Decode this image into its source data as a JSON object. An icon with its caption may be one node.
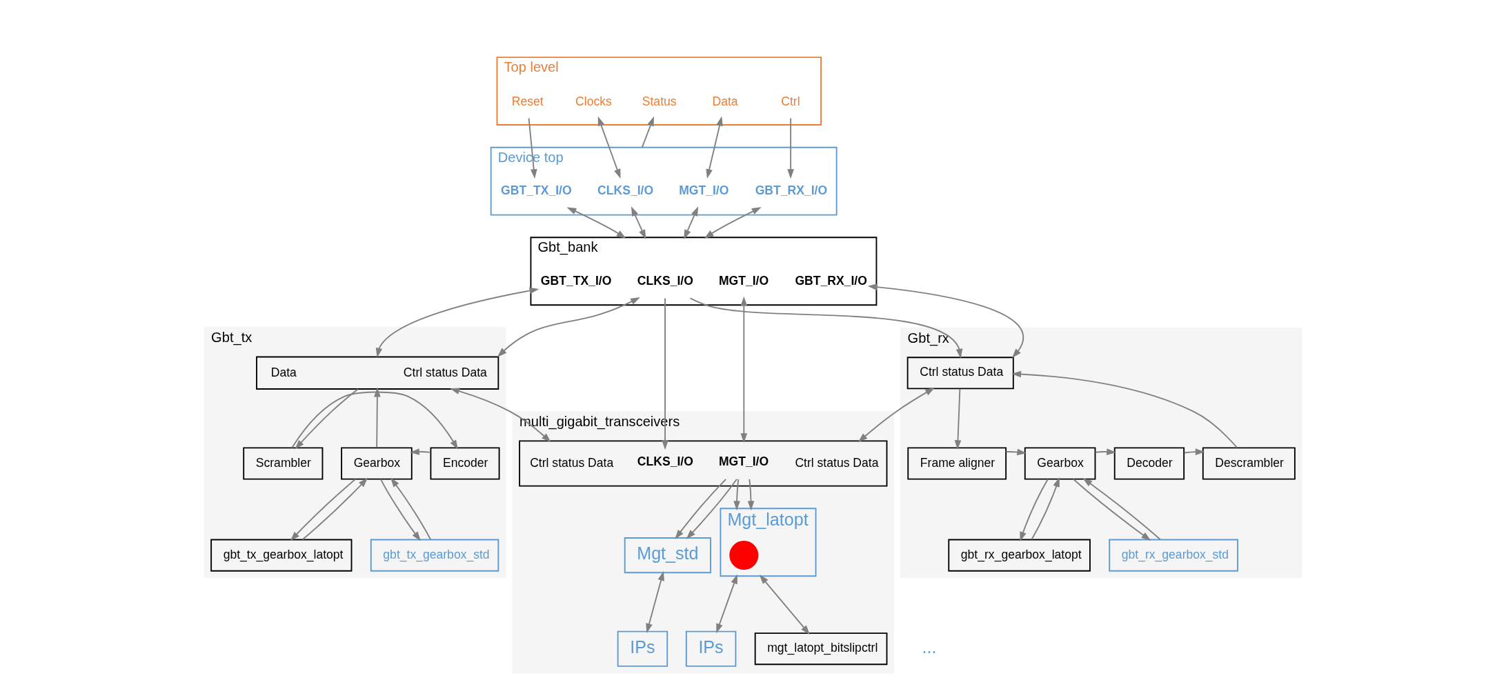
{
  "diagram": {
    "nodes": [
      {
        "text": [
          "Top level"
        ]
      },
      {
        "text": [
          "Clocks"
        ],
        "in": 0
      },
      {
        "text": [
          "Reset"
        ],
        "in": 0
      },
      {
        "text": [
          "Data"
        ],
        "in": 0
      },
      {
        "text": [
          "Ctrl"
        ],
        "in": 0
      },
      {
        "text": [
          "Status"
        ],
        "in": 0
      },
      {
        "text": [
          "Device top"
        ]
      },
      {
        "text": [
          "CLKS_I/O"
        ],
        "in": 6
      },
      {
        "text": [
          "GBT_TX_I/O"
        ],
        "in": 6
      },
      {
        "text": [
          "MGT_I/O"
        ],
        "in": 6
      },
      {
        "text": [
          "GBT_RX_I/O"
        ],
        "in": 6
      },
      {
        "text": [
          "Gbt_bank"
        ]
      },
      {
        "text": [
          "CLKS_I/O"
        ],
        "in": 11
      },
      {
        "text": [
          "GBT_TX_I/O"
        ],
        "in": 11
      },
      {
        "text": [
          "MGT_I/O"
        ],
        "in": 11
      },
      {
        "text": [
          "GBT_RX_I/O"
        ],
        "in": 11
      },
      {
        "text": [
          "Gbt_tx"
        ]
      },
      {
        "text": [
          "Data",
          "Ctrl status Data"
        ],
        "in": 16
      },
      {
        "text": [
          "Scrambler"
        ],
        "in": 16
      },
      {
        "text": [
          "Encoder"
        ],
        "in": 16
      },
      {
        "text": [
          "Gearbox"
        ],
        "in": 16
      },
      {
        "text": [
          "gbt_tx_gearbox_latopt"
        ],
        "in": 16
      },
      {
        "text": [
          "gbt_tx_gearbox_std"
        ],
        "in": 16
      },
      {
        "text": [
          "multi_gigabit_transceivers"
        ]
      },
      {
        "text": [],
        "shape": "box",
        "in": 23
      },
      {
        "text": [
          "Mgt_std"
        ],
        "in": 23
      },
      {
        "text": [
          "Mgt_latopt"
        ],
        "in": 23
      },
      {
        "text": [],
        "shape": "circle",
        "in": 26
      },
      {
        "text": [
          "IPs"
        ],
        "in": 23
      },
      {
        "text": [
          "IPs"
        ],
        "in": 23
      },
      {
        "text": [
          "mgt_latopt_bitslipctrl"
        ],
        "in": 23
      },
      {
        "text": [
          "Gbt_rx"
        ]
      },
      {
        "text": [
          "Ctrl status Data"
        ],
        "in": 31
      },
      {
        "text": [
          "Frame aligner"
        ],
        "in": 31
      },
      {
        "text": [
          "Gearbox"
        ],
        "in": 31
      },
      {
        "text": [
          "Decoder"
        ],
        "in": 31
      },
      {
        "text": [
          "Descrambler"
        ],
        "in": 31
      },
      {
        "text": [
          "gbt_rx_gearbox_latopt"
        ],
        "in": 31
      },
      {
        "text": [
          "gbt_rx_gearbox_std"
        ],
        "in": 31
      },
      {
        "text": [
          "MGT_I/O"
        ],
        "in": 24
      },
      {
        "text": [
          "CLKS_I/O"
        ],
        "in": 24
      },
      {
        "text": [
          "Ctrl status Data"
        ],
        "in": 24
      },
      {
        "text": [
          "Ctrl status Data"
        ],
        "in": 24
      }
    ],
    "edges": [
      {
        "from": 1,
        "to": 7,
        "arrow": "both"
      },
      {
        "from": 2,
        "to": 8,
        "arrow": "to"
      },
      {
        "from": 3,
        "to": 9,
        "arrow": "both"
      },
      {
        "from": 4,
        "to": 10,
        "arrow": "to"
      },
      {
        "from": 6,
        "to": 5,
        "arrow": "to"
      },
      {
        "from": 7,
        "to": 11,
        "arrow": "both"
      },
      {
        "from": 8,
        "to": 11,
        "arrow": "both"
      },
      {
        "from": 9,
        "to": 11,
        "arrow": "both"
      },
      {
        "from": 10,
        "to": 11,
        "arrow": "both"
      },
      {
        "from": 12,
        "to": 17,
        "arrow": "both"
      },
      {
        "from": 12,
        "to": 40,
        "arrow": "to"
      },
      {
        "from": 12,
        "to": 32,
        "arrow": "to"
      },
      {
        "from": 13,
        "to": 17,
        "arrow": "both"
      },
      {
        "from": 14,
        "to": 24,
        "arrow": "both"
      },
      {
        "from": 15,
        "to": 32,
        "arrow": "both"
      },
      {
        "from": 17,
        "to": 24,
        "arrow": "both"
      },
      {
        "from": 24,
        "to": 32,
        "arrow": "both"
      },
      {
        "from": 17,
        "to": 18,
        "arrow": "to"
      },
      {
        "from": 18,
        "to": 19,
        "arrow": "to"
      },
      {
        "from": 19,
        "to": 20,
        "arrow": "to"
      },
      {
        "from": 20,
        "to": 21,
        "arrow": "to"
      },
      {
        "from": 20,
        "to": 22,
        "arrow": "to"
      },
      {
        "from": 21,
        "to": 20,
        "arrow": "to"
      },
      {
        "from": 22,
        "to": 20,
        "arrow": "to"
      },
      {
        "from": 20,
        "to": 17,
        "arrow": "to"
      },
      {
        "from": 39,
        "to": 25,
        "arrow": "to"
      },
      {
        "from": 39,
        "to": 25,
        "arrow": "to"
      },
      {
        "from": 39,
        "to": 26,
        "arrow": "to"
      },
      {
        "from": 39,
        "to": 26,
        "arrow": "to"
      },
      {
        "from": 25,
        "to": 28,
        "arrow": "both"
      },
      {
        "from": 26,
        "to": 29,
        "arrow": "both"
      },
      {
        "from": 26,
        "to": 30,
        "arrow": "both"
      },
      {
        "from": 32,
        "to": 33,
        "arrow": "to"
      },
      {
        "from": 33,
        "to": 34,
        "arrow": "to"
      },
      {
        "from": 34,
        "to": 35,
        "arrow": "to"
      },
      {
        "from": 35,
        "to": 36,
        "arrow": "to"
      },
      {
        "from": 36,
        "to": 32,
        "arrow": "to"
      },
      {
        "from": 34,
        "to": 37,
        "arrow": "to"
      },
      {
        "from": 34,
        "to": 38,
        "arrow": "to"
      },
      {
        "from": 37,
        "to": 34,
        "arrow": "to"
      },
      {
        "from": 38,
        "to": 34,
        "arrow": "to"
      }
    ],
    "labels": [
      "..."
    ]
  }
}
